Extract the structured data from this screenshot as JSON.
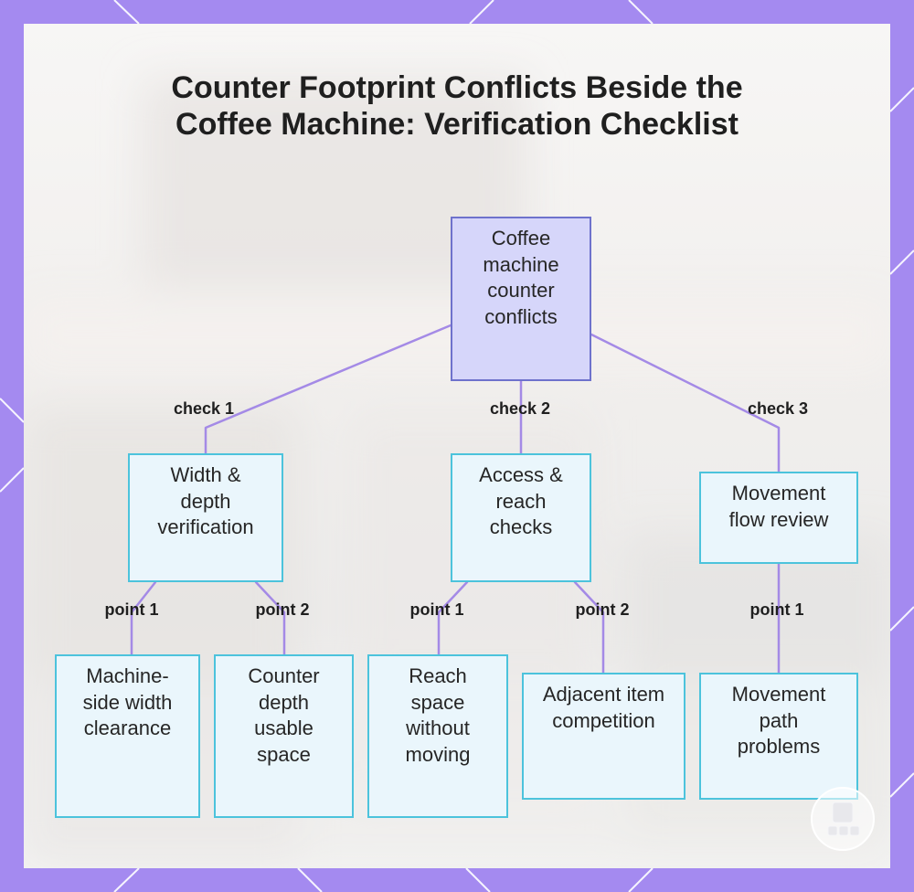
{
  "title": "Counter Footprint Conflicts Beside the Coffee Machine: Verification Checklist",
  "colors": {
    "frame": "#a48af0",
    "connector": "#a48ae6",
    "root_fill": "#d6d6fa",
    "root_border": "#6e72cc",
    "node_fill": "#eaf6fc",
    "node_border": "#4cc3dc"
  },
  "root": {
    "label": "Coffee machine counter conflicts"
  },
  "checks": [
    {
      "edge_label": "check 1",
      "label": "Width & depth verification",
      "points": [
        {
          "edge_label": "point 1",
          "label": "Machine-side width clearance"
        },
        {
          "edge_label": "point 2",
          "label": "Counter depth usable space"
        }
      ]
    },
    {
      "edge_label": "check 2",
      "label": "Access & reach checks",
      "points": [
        {
          "edge_label": "point 1",
          "label": "Reach space without moving"
        },
        {
          "edge_label": "point 2",
          "label": "Adjacent item competition"
        }
      ]
    },
    {
      "edge_label": "check 3",
      "label": "Movement flow review",
      "points": [
        {
          "edge_label": "point 1",
          "label": "Movement path problems"
        }
      ]
    }
  ]
}
